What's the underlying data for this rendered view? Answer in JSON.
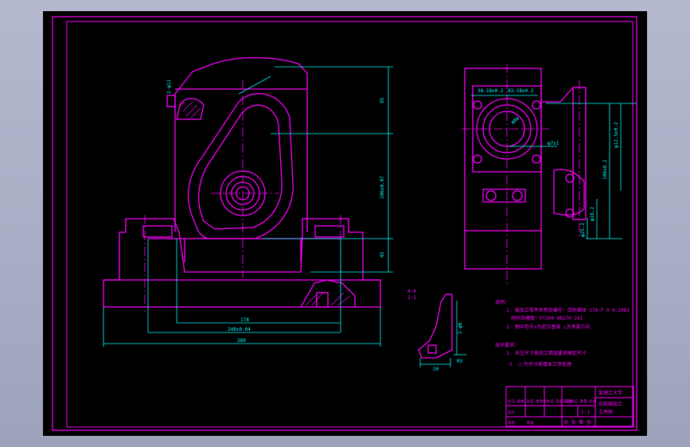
{
  "colors": {
    "background": "#000000",
    "outline": "#ff00ff",
    "dimension": "#00ffff",
    "centerline": "#ff00ff",
    "note": "#ff00ff",
    "hatch": "#ff00ff"
  },
  "dims": {
    "d178": "178",
    "d240": "240±0.04",
    "d380": "380",
    "d95": "95",
    "d45": "45",
    "d106": "106±0.07",
    "hole_a": "2-φ11",
    "rt1": "38.18±0.2",
    "rt2": "83.18±0.2",
    "hole_b": "φ84",
    "rt3": "φ7±1",
    "rt4": "φ12.5±0.2",
    "rt5": "106±0.2",
    "rt6": "φ16.2",
    "rt7": "φ25.2",
    "sec_label": "A-A",
    "sec_scale": "2:1",
    "sec_w": "20",
    "sec_h": "2-φ6",
    "sec_r": "R5"
  },
  "notes": {
    "title": "说明：",
    "items": [
      "1. 被加工零件名称及编号：齿轮箱体 178-F 0-0.2001",
      "材料及硬度：HT200  HB170-241",
      "2. 图中符号∧为定位基准    ⊥为夹紧方向"
    ],
    "req_title": "技术要求：",
    "req_items": [
      "1. 未注尺寸按加工精度要求确定尺寸",
      "2. □ 为尺寸按基本工序处理"
    ]
  },
  "title_block": {
    "school": "某理工大学",
    "name_top": "齿轮箱加工",
    "name_bottom": "工序图",
    "scale": "1:1",
    "sheet": "共  张  第  张",
    "drawn": "设计",
    "check": "审核",
    "approve": "批准",
    "small1": "标记 处数 分区 更改文件号 签名 日期",
    "small2": "阶段标记 重量 比例"
  }
}
